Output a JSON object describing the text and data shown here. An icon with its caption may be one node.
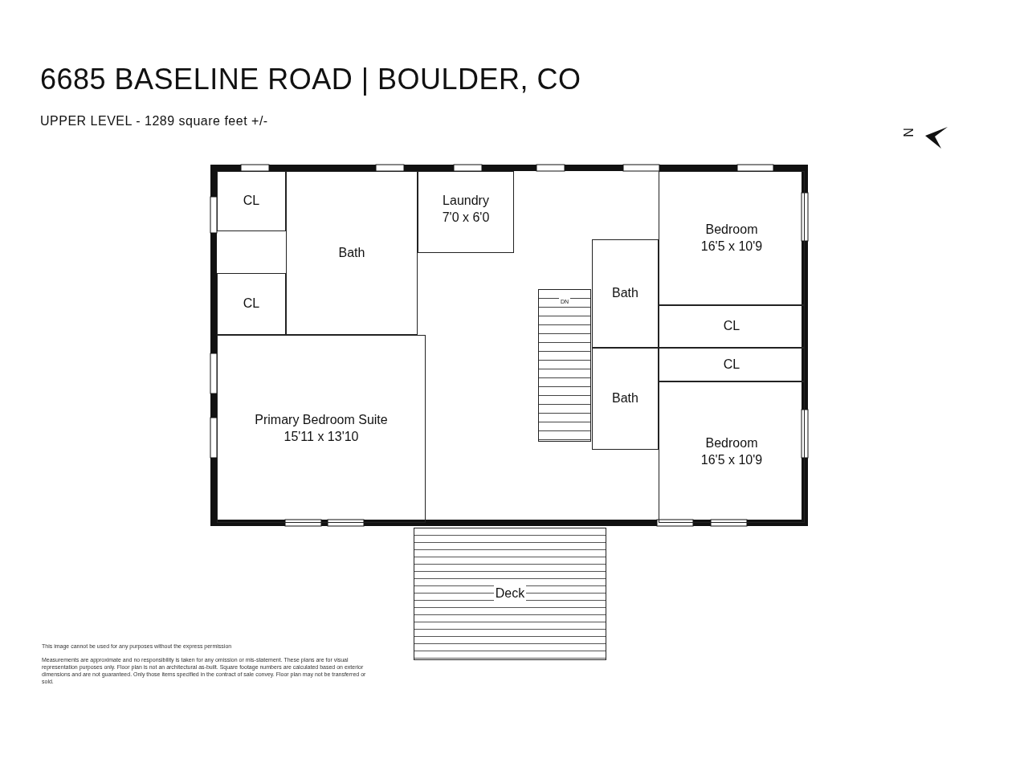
{
  "diagram": {
    "title": "6685 BASELINE ROAD | BOULDER, CO",
    "nodes": [
      {
        "text": [
          "CL"
        ]
      },
      {
        "text": [
          "Bath"
        ]
      },
      {
        "text": [
          "Laundry",
          "7'0 x 6'0"
        ]
      },
      {
        "text": [
          "Bedroom",
          "16'5 x 10'9"
        ]
      },
      {
        "text": [
          "CL"
        ]
      },
      {
        "text": [
          "Bath"
        ]
      },
      {
        "text": [
          "DN"
        ]
      },
      {
        "text": [
          "CL"
        ]
      },
      {
        "text": [
          "CL"
        ]
      },
      {
        "text": [
          "Bath"
        ]
      },
      {
        "text": [
          "Primary Bedroom Suite",
          "15'11 x 13'10"
        ]
      },
      {
        "text": [
          "Bedroom",
          "16'5 x 10'9"
        ]
      },
      {
        "text": [
          "Deck"
        ]
      }
    ],
    "labels": [
      "UPPER LEVEL - 1289 square feet +/-",
      "N",
      "This image cannot be used for any purposes without the express permission",
      "Measurements are approximate and no responsibility is taken for any omission or mis-statement. These plans are for visual representation purposes only. Floor plan is not an architectural as-built. Square footage numbers are calculated based on exterior dimensions and are not guaranteed. Only those items specified in the contract of sale convey. Floor plan may not be transferred or sold."
    ]
  }
}
